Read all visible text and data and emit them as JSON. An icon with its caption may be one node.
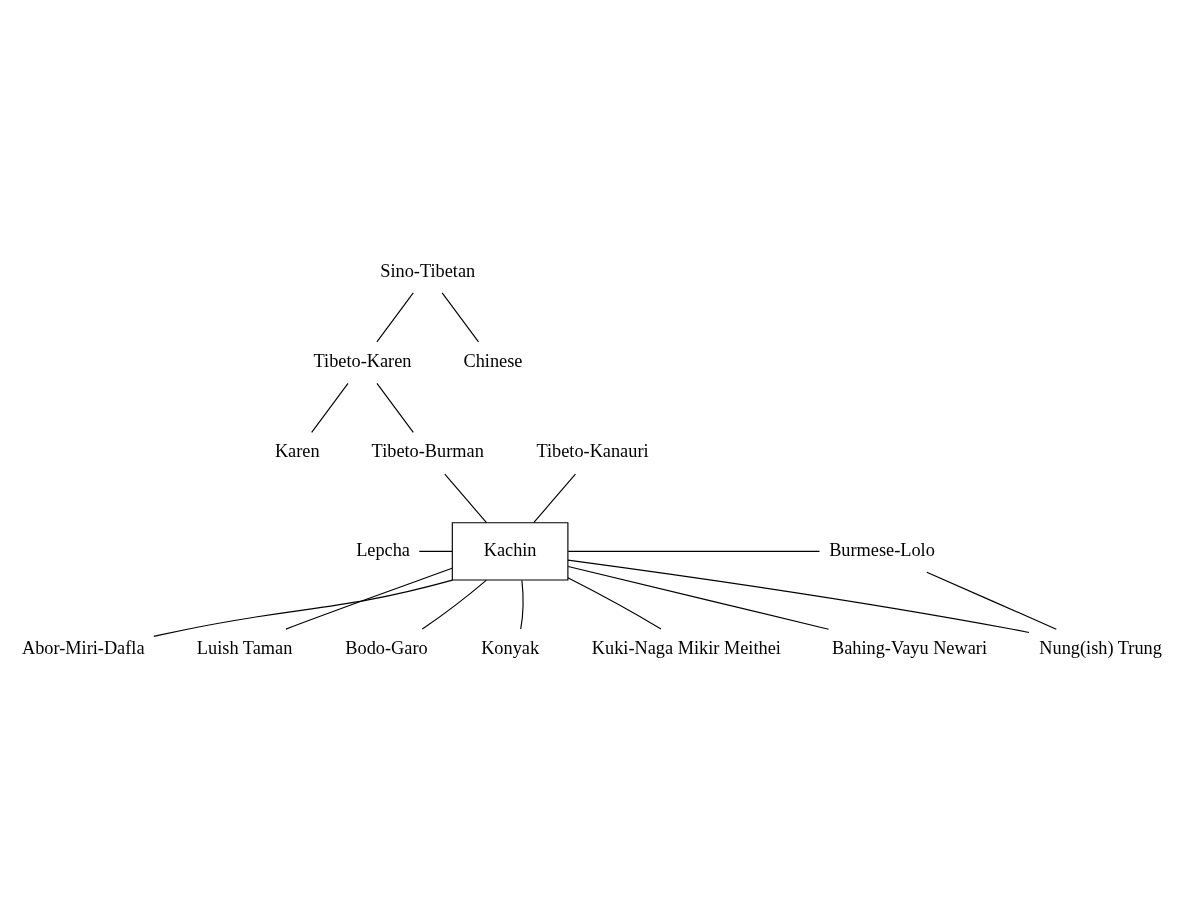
{
  "diagram": {
    "nodes": [
      {
        "text": [
          "Sino-Tibetan"
        ]
      },
      {
        "text": [
          "Tibeto-Karen"
        ]
      },
      {
        "text": [
          "Chinese"
        ]
      },
      {
        "text": [
          "Tibeto-Kanauri"
        ]
      },
      {
        "text": [
          "Tibeto-Burman"
        ]
      },
      {
        "text": [
          "Karen"
        ]
      },
      {
        "text": [
          "Lepcha"
        ]
      },
      {
        "text": [
          "Kachin"
        ]
      },
      {
        "text": [
          "Burmese-Lolo"
        ]
      },
      {
        "text": [
          "Bahing-Vayu Newari"
        ]
      },
      {
        "text": [
          "Nung(ish) Trung"
        ]
      },
      {
        "text": [
          "Abor-Miri-Dafla"
        ]
      },
      {
        "text": [
          "Luish Taman"
        ]
      },
      {
        "text": [
          "Bodo-Garo"
        ]
      },
      {
        "text": [
          "Konyak"
        ]
      },
      {
        "text": [
          "Kuki-Naga Mikir Meithei"
        ]
      }
    ],
    "edges": [
      {
        "from": 0,
        "to": 1,
        "arrow": "none"
      },
      {
        "from": 0,
        "to": 2,
        "arrow": "none"
      },
      {
        "from": 1,
        "to": 4,
        "arrow": "none"
      },
      {
        "from": 1,
        "to": 5,
        "arrow": "none"
      },
      {
        "from": 4,
        "to": 7,
        "arrow": "none"
      },
      {
        "from": 3,
        "to": 7,
        "arrow": "none"
      },
      {
        "from": 6,
        "to": 7,
        "arrow": "none"
      },
      {
        "from": 7,
        "to": 8,
        "arrow": "none"
      },
      {
        "from": 7,
        "to": 10,
        "arrow": "none"
      },
      {
        "from": 8,
        "to": 10,
        "arrow": "none"
      },
      {
        "from": 9,
        "to": 7,
        "arrow": "none"
      },
      {
        "from": 11,
        "to": 7,
        "arrow": "none"
      },
      {
        "from": 13,
        "to": 7,
        "arrow": "none"
      },
      {
        "from": 14,
        "to": 7,
        "arrow": "none"
      },
      {
        "from": 15,
        "to": 7,
        "arrow": "none"
      },
      {
        "from": 7,
        "to": 12,
        "arrow": "none"
      }
    ]
  }
}
